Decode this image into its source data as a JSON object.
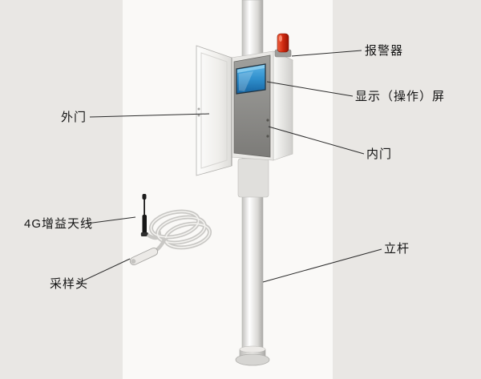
{
  "diagram": {
    "labels": {
      "alarm": "报警器",
      "screen": "显示（操作）屏",
      "outer_door": "外门",
      "inner_door": "内门",
      "antenna": "4G增益天线",
      "pole": "立杆",
      "sampler": "采样头"
    },
    "colors": {
      "background": "#e9e7e4",
      "panel": "#faf9f7",
      "alarm_red": "#c32a10",
      "screen_blue": "#2f8fcc",
      "leader_line": "#2b2b2b"
    }
  }
}
